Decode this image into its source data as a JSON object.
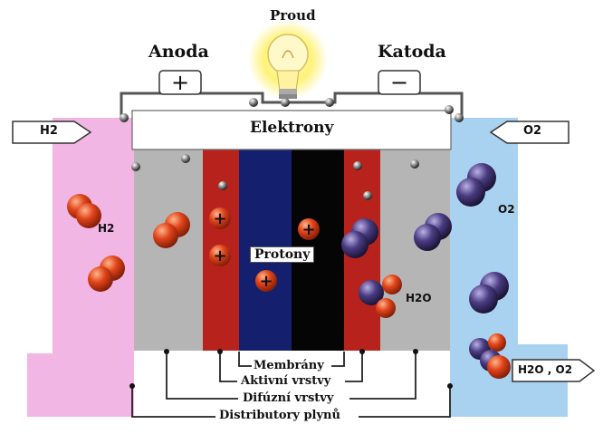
{
  "labels": {
    "current": "Proud",
    "anode": "Anoda",
    "cathode": "Katoda",
    "anode_sign": "+",
    "cathode_sign": "−",
    "electrons": "Elektrony",
    "protons": "Protony",
    "membranes": "Membrány",
    "active_layers": "Aktivní vrstvy",
    "diffusion_layers": "Difúzní vrstvy",
    "gas_distributors": "Distributory plynů"
  },
  "inputs": {
    "hydrogen_in": "H2",
    "oxygen_in": "O2",
    "exhaust_out": "H2O , O2"
  },
  "molecule_labels": {
    "hydrogen": "H2",
    "oxygen": "O2",
    "water": "H2O"
  },
  "colors": {
    "hydrogen_channel": "#f2b6e4",
    "oxygen_channel": "#a9d2f0",
    "diffusion_layer": "#b5b5b5",
    "active_layer": "#b8221c",
    "membrane_blue": "#14206e",
    "membrane_black": "#050505",
    "electron_bar": "#ffffff",
    "hydrogen_atom": "#e0441a",
    "oxygen_atom": "#4a3c82",
    "bulb_glow": "#fff27a"
  },
  "icons": {
    "bulb": "light-bulb-icon",
    "electron": "electron-particle",
    "proton": "proton-particle"
  }
}
